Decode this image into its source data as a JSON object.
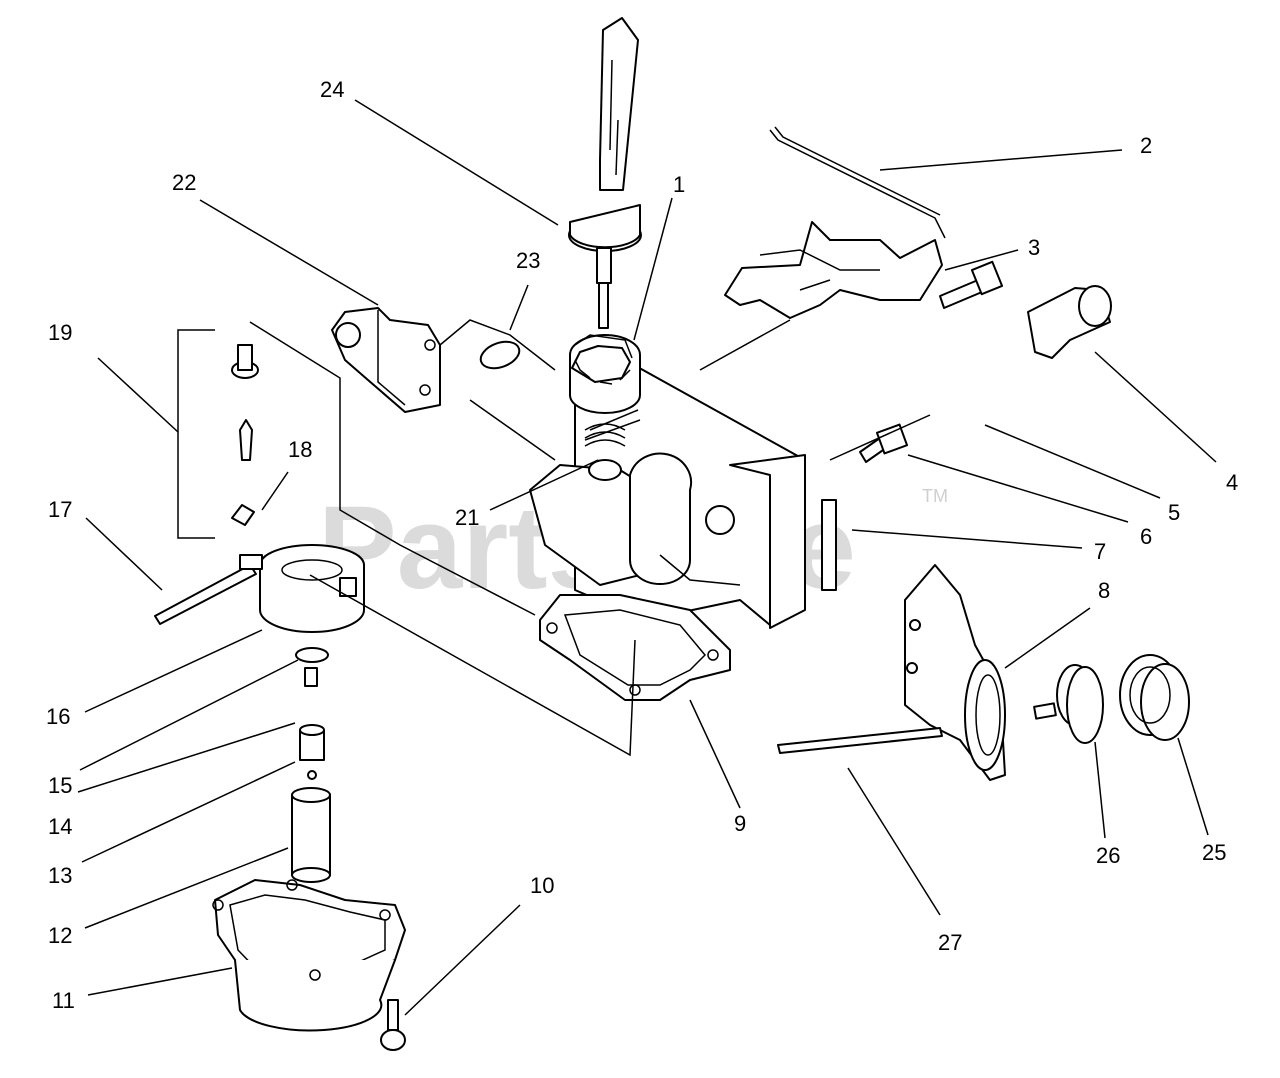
{
  "watermark": {
    "text": "PartsTree",
    "tm": "TM"
  },
  "callouts": {
    "c1": "1",
    "c2": "2",
    "c3": "3",
    "c4": "4",
    "c5": "5",
    "c6": "6",
    "c7": "7",
    "c8": "8",
    "c9": "9",
    "c10": "10",
    "c11": "11",
    "c12": "12",
    "c13": "13",
    "c14": "14",
    "c15": "15",
    "c16": "16",
    "c17": "17",
    "c18": "18",
    "c19": "19",
    "c21": "21",
    "c22": "22",
    "c23": "23",
    "c24": "24",
    "c25": "25",
    "c26": "26",
    "c27": "27"
  }
}
